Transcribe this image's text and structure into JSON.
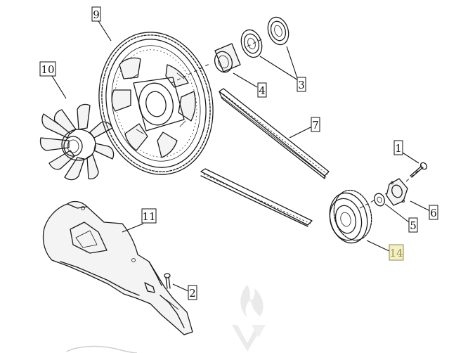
{
  "diagram": {
    "callouts": [
      {
        "id": "c1",
        "label": "1"
      },
      {
        "id": "c2",
        "label": "2"
      },
      {
        "id": "c3",
        "label": "3"
      },
      {
        "id": "c4",
        "label": "4"
      },
      {
        "id": "c5",
        "label": "5"
      },
      {
        "id": "c6",
        "label": "6"
      },
      {
        "id": "c7",
        "label": "7"
      },
      {
        "id": "c9",
        "label": "9"
      },
      {
        "id": "c10",
        "label": "10"
      },
      {
        "id": "c11",
        "label": "11"
      },
      {
        "id": "c14",
        "label": "14",
        "highlighted": true
      }
    ],
    "colors": {
      "line": "#1a1a1a",
      "highlight_fill": "#f3f0c8",
      "highlight_text": "#9a9440",
      "watermark": "#d9d9d9"
    },
    "parts": [
      "screw-1",
      "screw-2",
      "bearing-pair-3",
      "spacer-bushing-4",
      "washer-5",
      "plate-6",
      "drive-belt-7",
      "rear-pulley-9",
      "fan-10",
      "belt-guard-11",
      "front-sprocket-14"
    ]
  }
}
